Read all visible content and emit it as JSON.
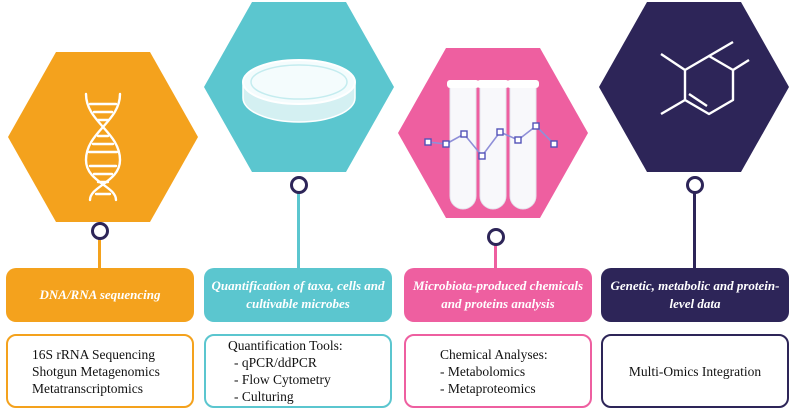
{
  "columns": [
    {
      "label": "DNA/RNA  sequencing",
      "detail_lines": [
        "16S rRNA Sequencing",
        "Shotgun Metagenomics",
        "Metatranscriptomics"
      ],
      "icon": "dna-helix-icon",
      "color": "#f4a21d"
    },
    {
      "label": "Quantification of taxa, cells and cultivable microbes",
      "detail_lines": [
        "Quantification Tools:",
        "- qPCR/ddPCR",
        "- Flow Cytometry",
        "- Culturing"
      ],
      "icon": "petri-dish-icon",
      "color": "#5bc6cf"
    },
    {
      "label": "Microbiota-produced chemicals and proteins analysis",
      "detail_lines": [
        "Chemical Analyses:",
        "- Metabolomics",
        "- Metaproteomics"
      ],
      "icon": "test-tubes-icon",
      "color": "#ee5fa0"
    },
    {
      "label": "Genetic, metabolic and protein-level data",
      "detail_lines": [
        "Multi-Omics Integration"
      ],
      "icon": "molecule-structure-icon",
      "color": "#2d2558"
    }
  ],
  "colors": {
    "pin_ring": "#2d2558",
    "background": "#ffffff"
  }
}
